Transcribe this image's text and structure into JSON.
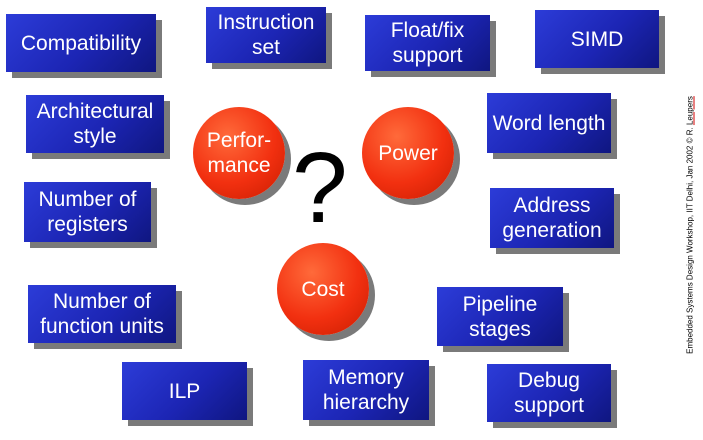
{
  "boxes": {
    "compatibility": "Compatibility",
    "instruction_set": "Instruction set",
    "float_fix": "Float/fix support",
    "simd": "SIMD",
    "architectural_style": "Architectural style",
    "word_length": "Word length",
    "number_of_registers": "Number of registers",
    "address_generation": "Address generation",
    "number_of_function_units": "Number of function units",
    "pipeline_stages": "Pipeline stages",
    "ilp": "ILP",
    "memory_hierarchy": "Memory hierarchy",
    "debug_support": "Debug support"
  },
  "circles": {
    "performance": "Perfor-mance",
    "power": "Power",
    "cost": "Cost"
  },
  "question_mark": "?",
  "side_text": {
    "prefix": "Embedded Systems Design Workshop, IIT Delhi, Jan 2002 © R. ",
    "author": "Leupers"
  },
  "colors": {
    "box_fill": "#1c25b4",
    "circle_fill": "#f23010",
    "shadow": "#7a7a7a"
  }
}
